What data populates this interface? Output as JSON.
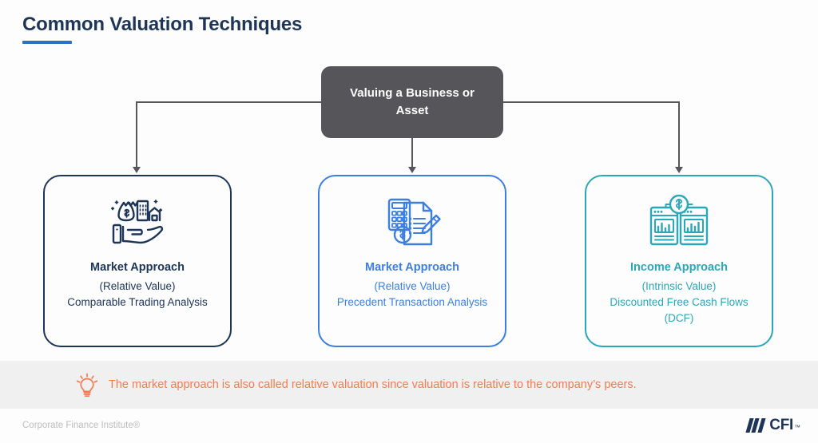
{
  "page": {
    "title": "Common Valuation Techniques",
    "accent_underline_color": "#2f6fc4",
    "title_color": "#1d3557",
    "background_color": "#fdfdfd"
  },
  "diagram": {
    "root": {
      "label": "Valuing a Business or Asset",
      "fill_color": "#56565a",
      "text_color": "#ffffff"
    },
    "connector_color": "#56565a",
    "cards": [
      {
        "icon": "hand-holding-money-bag-and-buildings-icon",
        "title": "Market Approach",
        "subtitle": "(Relative Value)",
        "detail": "Comparable Trading Analysis",
        "extra": "",
        "color": "#1d3557"
      },
      {
        "icon": "calculator-document-pen-icon",
        "title": "Market Approach",
        "subtitle": "(Relative Value)",
        "detail": "Precedent Transaction Analysis",
        "extra": "",
        "color": "#3c7fe0"
      },
      {
        "icon": "financial-reports-with-dollar-coin-icon",
        "title": "Income Approach",
        "subtitle": "(Intrinsic Value)",
        "detail": "Discounted Free Cash Flows",
        "extra": "(DCF)",
        "color": "#2aa7b8"
      }
    ]
  },
  "note": {
    "icon": "lightbulb-icon",
    "text": "The market approach is also called relative valuation since valuation is relative to the company’s peers.",
    "text_color": "#f47b50",
    "band_color": "#f0f0f0"
  },
  "footer": {
    "attribution": "Corporate Finance Institute®",
    "logo_text": "CFI",
    "logo_trademark": "™"
  }
}
